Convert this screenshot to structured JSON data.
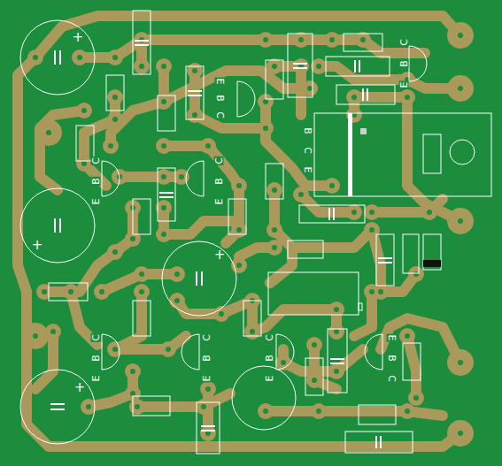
{
  "diagram": {
    "labels": [
      "+",
      "+",
      "+",
      "+",
      "C",
      "B",
      "E",
      "E",
      "B",
      "C",
      "C",
      "B",
      "E",
      "C",
      "B",
      "E",
      "B",
      "C",
      "E",
      "C",
      "B",
      "E",
      "C",
      "B",
      "E",
      "C",
      "B",
      "E",
      "E",
      "B",
      "C"
    ]
  }
}
